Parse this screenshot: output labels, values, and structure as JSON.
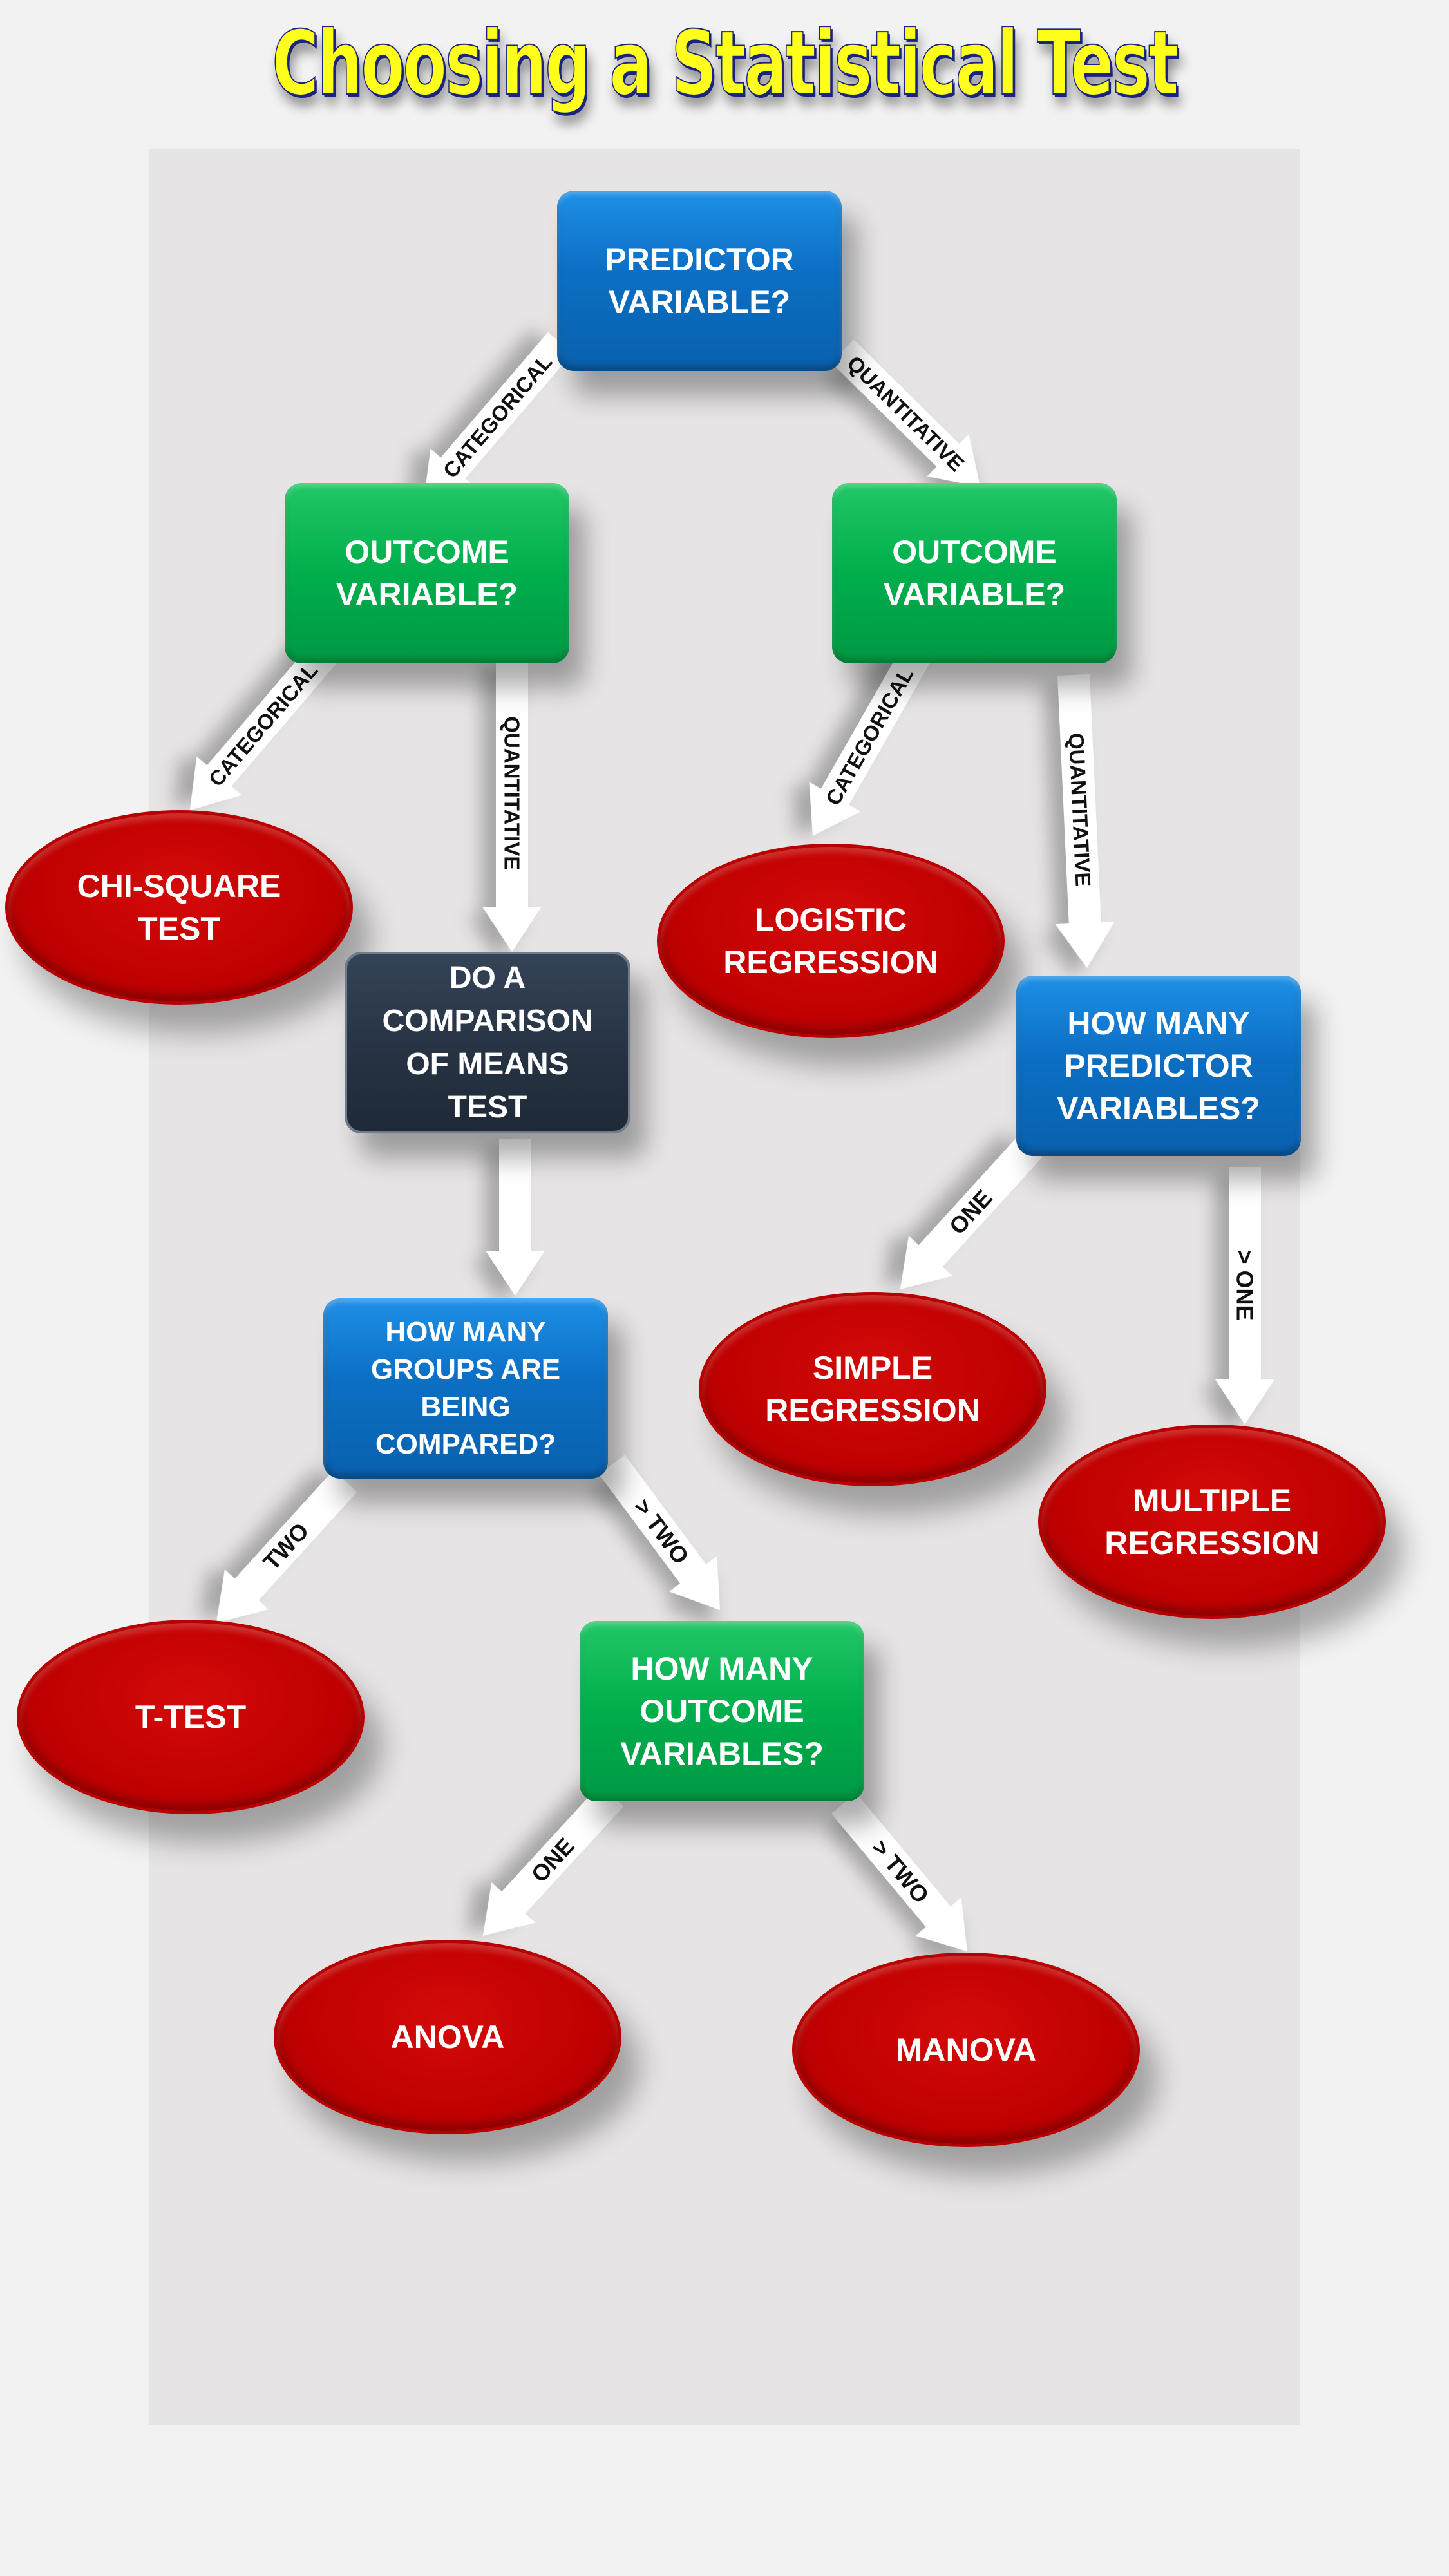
{
  "title": "Choosing a Statistical Test",
  "colors": {
    "title_fill": "#ffff1a",
    "title_outline": "#1a237e",
    "question_blue": "#0b6fc4",
    "question_green": "#00ae4c",
    "instruction_dark": "#263242",
    "test_red": "#c00000",
    "arrow": "#ffffff",
    "panel": "#e6e4e4"
  },
  "nodes": {
    "predictor": {
      "lines": [
        "PREDICTOR",
        "VARIABLE?"
      ]
    },
    "outcome_left": {
      "lines": [
        "OUTCOME",
        "VARIABLE?"
      ]
    },
    "outcome_right": {
      "lines": [
        "OUTCOME",
        "VARIABLE?"
      ]
    },
    "chi_square": {
      "lines": [
        "CHI-SQUARE",
        "TEST"
      ]
    },
    "compare_means": {
      "lines": [
        "DO A",
        "COMPARISON",
        "OF MEANS",
        "TEST"
      ]
    },
    "logistic": {
      "lines": [
        "LOGISTIC",
        "REGRESSION"
      ]
    },
    "how_many_predictors": {
      "lines": [
        "HOW MANY",
        "PREDICTOR",
        "VARIABLES?"
      ]
    },
    "how_many_groups": {
      "lines": [
        "HOW MANY",
        "GROUPS ARE",
        "BEING",
        "COMPARED?"
      ]
    },
    "simple_regression": {
      "lines": [
        "SIMPLE",
        "REGRESSION"
      ]
    },
    "multiple_regression": {
      "lines": [
        "MULTIPLE",
        "REGRESSION"
      ]
    },
    "t_test": {
      "lines": [
        "T-TEST"
      ]
    },
    "how_many_outcomes": {
      "lines": [
        "HOW MANY",
        "OUTCOME",
        "VARIABLES?"
      ]
    },
    "anova": {
      "lines": [
        "ANOVA"
      ]
    },
    "manova": {
      "lines": [
        "MANOVA"
      ]
    }
  },
  "edges": {
    "pred_to_outcome_left": "CATEGORICAL",
    "pred_to_outcome_right": "QUANTITATIVE",
    "outcome_left_to_chi": "CATEGORICAL",
    "outcome_left_to_means": "QUANTITATIVE",
    "outcome_right_to_logistic": "CATEGORICAL",
    "outcome_right_to_predictors": "QUANTITATIVE",
    "means_to_groups": "",
    "predictors_to_simple": "ONE",
    "predictors_to_multiple": "> ONE",
    "groups_to_ttest": "TWO",
    "groups_to_outcomes": "> TWO",
    "outcomes_to_anova": "ONE",
    "outcomes_to_manova": "> TWO"
  }
}
